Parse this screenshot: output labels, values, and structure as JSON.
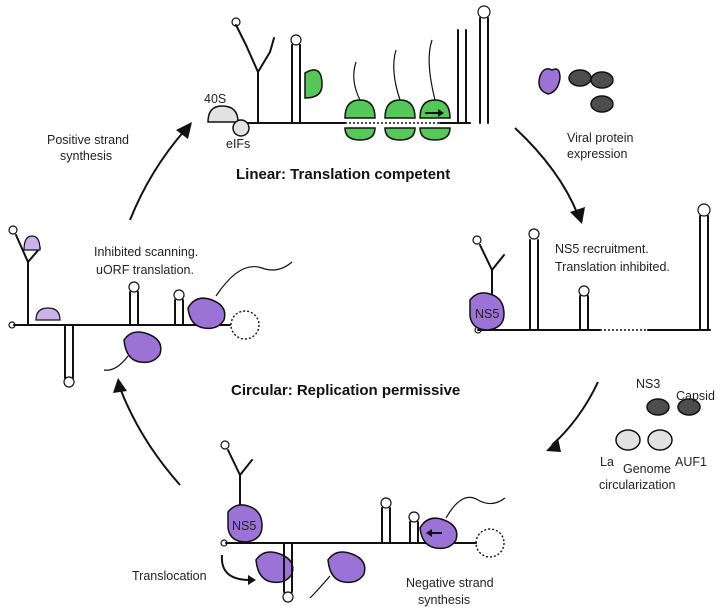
{
  "labels": {
    "linear_title": "Linear: Translation competent",
    "circular_title": "Circular: Replication permissive",
    "subunit_40s": "40S",
    "eifs": "eIFs",
    "viral_protein_line1": "Viral protein",
    "viral_protein_line2": "expression",
    "positive_line1": "Positive strand",
    "positive_line2": "synthesis",
    "inhibited_line1": "Inhibited scanning.",
    "inhibited_line2": "uORF translation.",
    "ns5_recruit_line1": "NS5 recruitment.",
    "ns5_recruit_line2": "Translation inhibited.",
    "ns5_right": "NS5",
    "ns5_bottom": "NS5",
    "ns3": "NS3",
    "capsid": "Capsid",
    "la": "La",
    "auf1": "AUF1",
    "genome_line1": "Genome",
    "genome_line2": "circularization",
    "translocation": "Translocation",
    "negative_line1": "Negative strand",
    "negative_line2": "synthesis"
  },
  "colors": {
    "ribosome_green": "#56c85a",
    "ns5_purple": "#9b72d6",
    "light_purple": "#c8b3ea",
    "dark_gray": "#4d4d4d",
    "light_gray": "#e2e2e2"
  }
}
